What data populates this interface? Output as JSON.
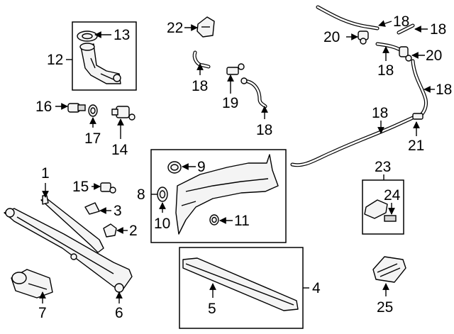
{
  "callouts": {
    "c1": "1",
    "c2": "2",
    "c3": "3",
    "c4": "4",
    "c5": "5",
    "c6": "6",
    "c7": "7",
    "c8": "8",
    "c9": "9",
    "c10": "10",
    "c11": "11",
    "c12": "12",
    "c13": "13",
    "c14": "14",
    "c15": "15",
    "c16": "16",
    "c17": "17",
    "c18a": "18",
    "c18b": "18",
    "c18c": "18",
    "c18d": "18",
    "c18e": "18",
    "c18f": "18",
    "c18g": "18",
    "c19": "19",
    "c20a": "20",
    "c20b": "20",
    "c21": "21",
    "c22": "22",
    "c23": "23",
    "c24": "24",
    "c25": "25"
  }
}
